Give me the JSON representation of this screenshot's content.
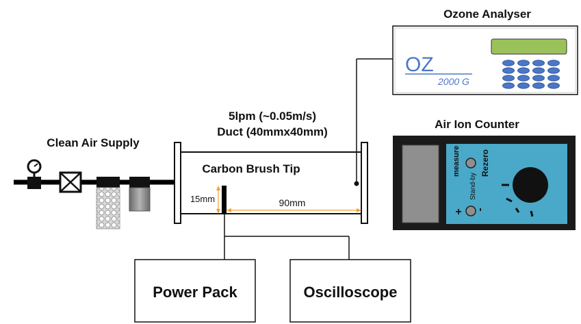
{
  "labels": {
    "ozone_analyser": "Ozone Analyser",
    "air_ion_counter": "Air Ion Counter",
    "clean_air_supply": "Clean Air Supply",
    "flow_rate": "5lpm (~0.05m/s)",
    "duct": "Duct (40mmx40mm)",
    "carbon_brush_tip": "Carbon Brush Tip",
    "height_dim": "15mm",
    "distance_dim": "90mm",
    "power_pack": "Power Pack",
    "oscilloscope": "Oscilloscope"
  },
  "ozone_device": {
    "logo": "OZ",
    "model": "2000 G",
    "display_color": "#9bc25a"
  },
  "ion_counter": {
    "measure": "measure",
    "standby": "Stand-by",
    "rezero": "Rezero",
    "plus": "+",
    "minus": "-",
    "panel_color": "#4aa8c8",
    "body_color": "#1a1a1a"
  },
  "colors": {
    "dimension": "#f0a030",
    "keypad": "#4a78c8",
    "logo": "#4a78c8"
  }
}
